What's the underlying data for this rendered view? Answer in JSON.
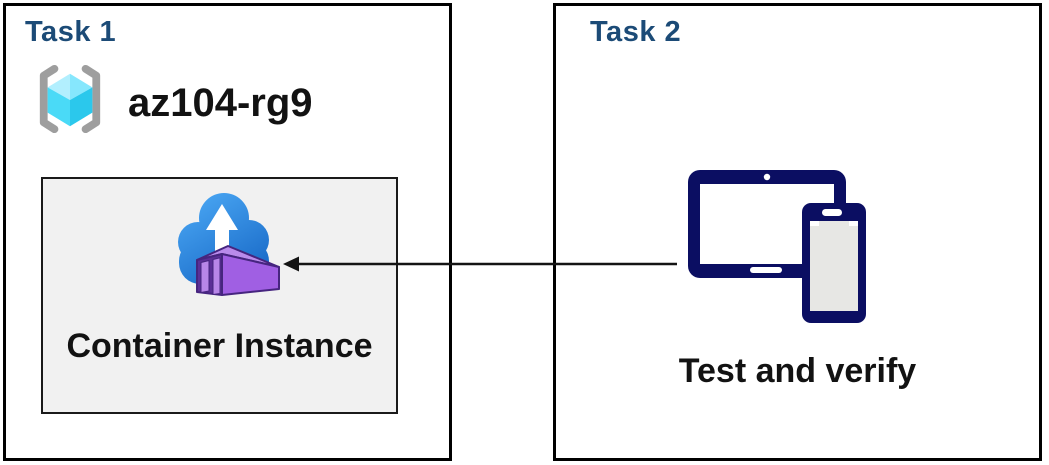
{
  "task1": {
    "title": "Task 1",
    "resource_group": {
      "name": "az104-rg9",
      "icon": "resource-group-icon"
    },
    "container_box": {
      "label": "Container Instance",
      "icon": "container-instances-icon"
    }
  },
  "task2": {
    "title": "Task 2",
    "devices": {
      "label": "Test and verify",
      "icon": "tablet-phone-icon"
    }
  },
  "arrow": {
    "from": "tablet-phone-icon",
    "to": "container-instances-icon",
    "direction": "right-to-left"
  },
  "colors": {
    "heading_blue": "#1C4B77",
    "text_black": "#121212",
    "box_border": "#000000",
    "inner_box_bg": "#F1F1F1",
    "inner_box_border": "#1A1A1A",
    "bracket_gray": "#9E9E9E",
    "cube_cyan_top_left": "#B2EFFE",
    "cube_cyan_top_right": "#86E7FD",
    "cube_cyan_bottom_left": "#4ADAF7",
    "cube_cyan_bottom_right": "#2BC8EC",
    "cloud_blue_light": "#46A2F0",
    "cloud_blue_dark": "#1565C4",
    "container_front_purple": "#5B2F96",
    "container_panel_purple": "#B886E8",
    "container_side_purple": "#A05FE3",
    "container_top_purple": "#B98BEB",
    "container_outline": "#46257F",
    "device_navy": "#0B0E62",
    "device_screen_gray": "#E7E7E4",
    "arrow_black": "#141414"
  }
}
